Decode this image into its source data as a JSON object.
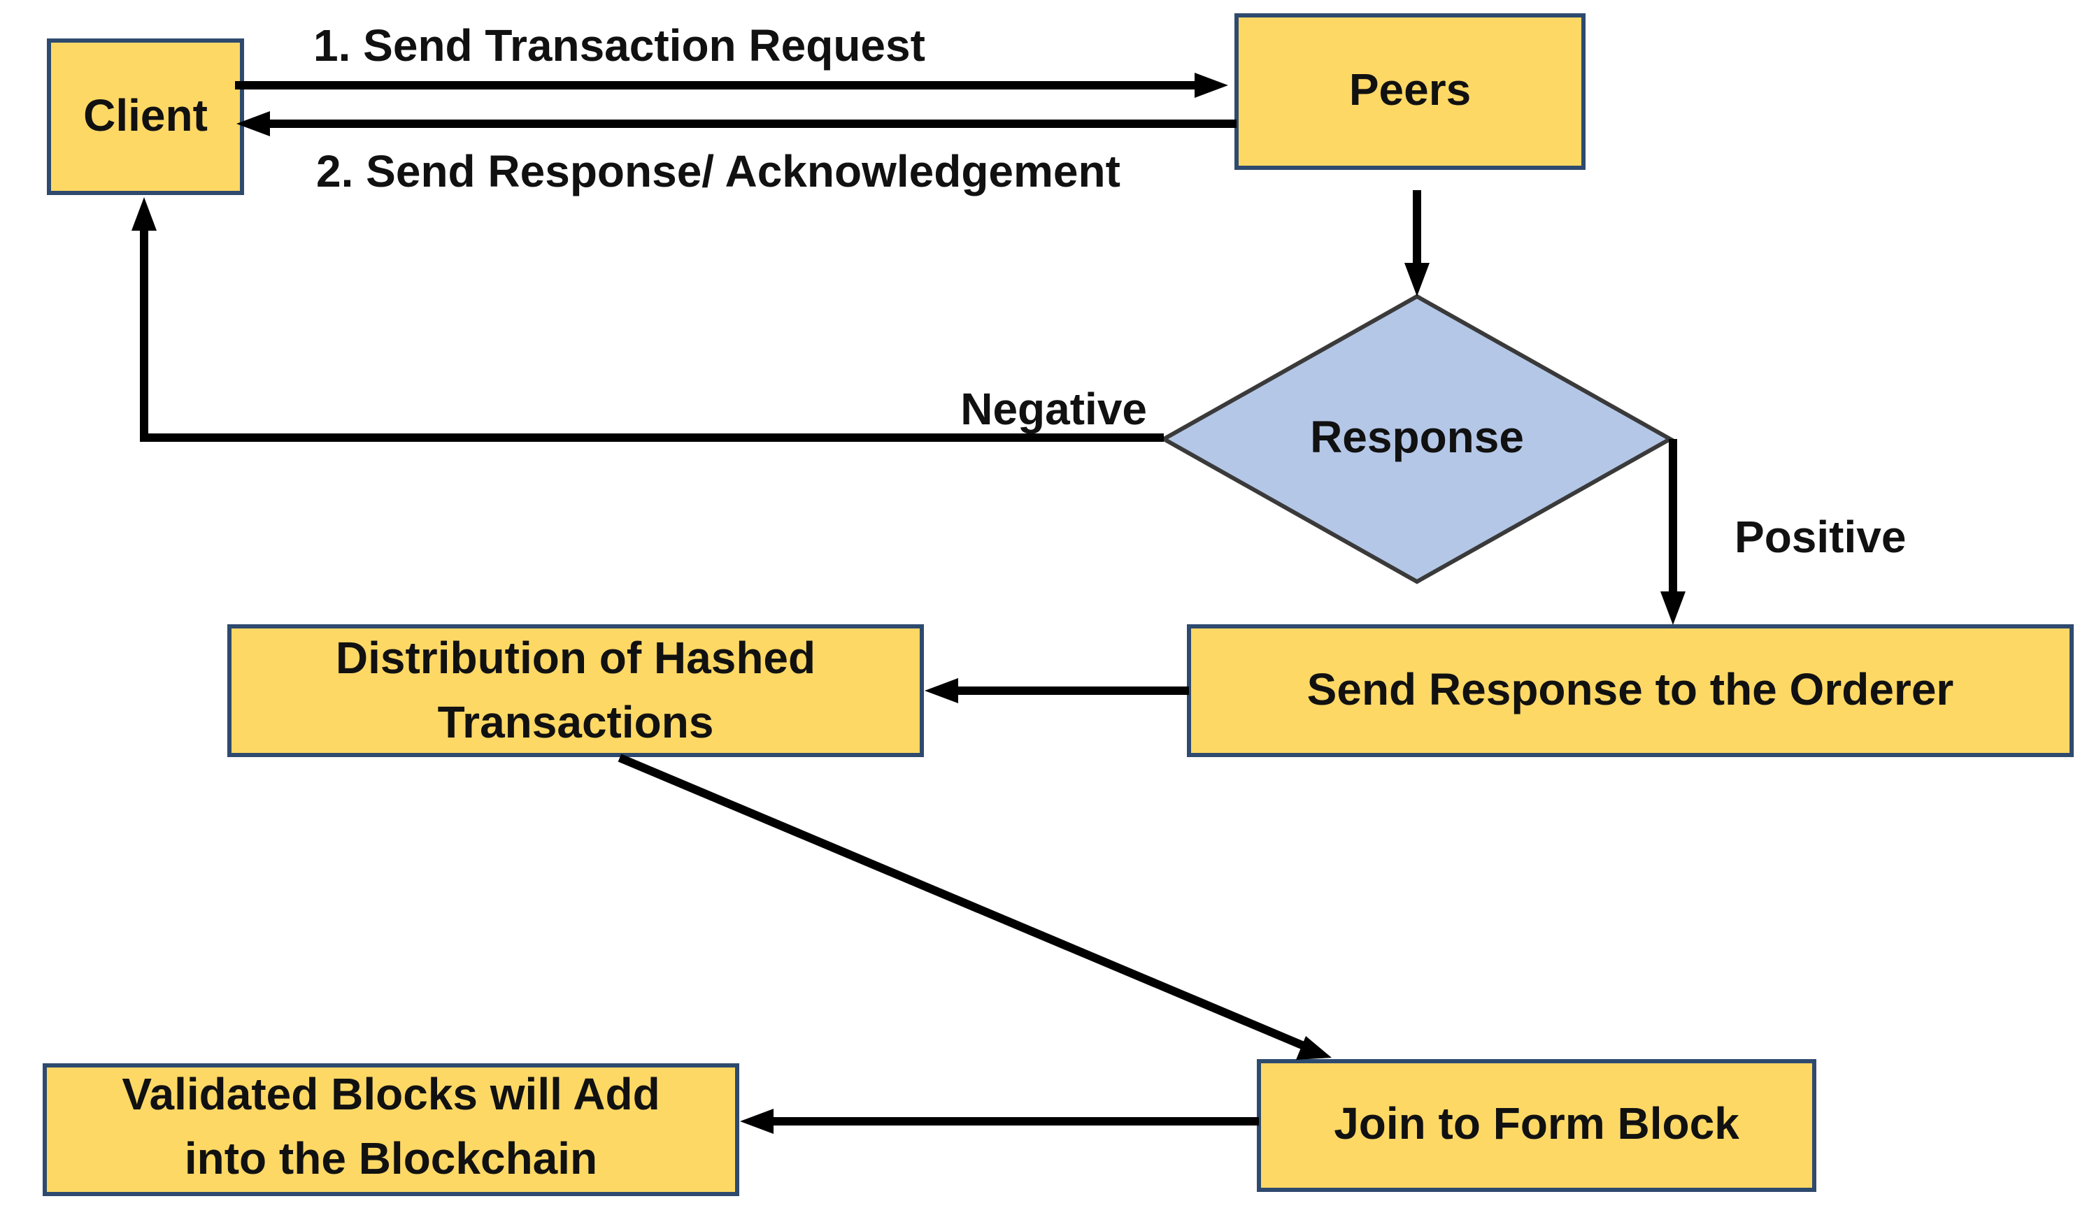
{
  "nodes": {
    "client": "Client",
    "peers": "Peers",
    "response": "Response",
    "distribution_line1": "Distribution of Hashed",
    "distribution_line2": "Transactions",
    "send_orderer": "Send Response to the Orderer",
    "join_block": "Join to Form Block",
    "validated_line1": "Validated Blocks will Add",
    "validated_line2": "into the Blockchain"
  },
  "edges": {
    "request": "1. Send Transaction Request",
    "ack": "2. Send Response/ Acknowledgement",
    "negative": "Negative",
    "positive": "Positive"
  },
  "colors": {
    "box_fill": "#fdd865",
    "box_border": "#2e4a6e",
    "decision_fill": "#b4c7e7",
    "arrow": "#000000"
  }
}
